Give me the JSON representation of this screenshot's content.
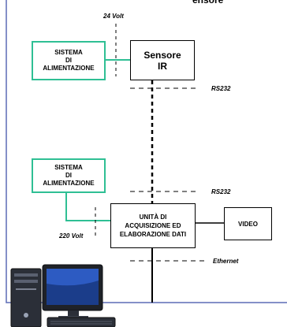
{
  "colors": {
    "frame": "#5c6bb5",
    "connector": "#2fbf94",
    "line": "#000000"
  },
  "top_clipped_text": "ensore",
  "voltages": {
    "top": "24 Volt",
    "bottom": "220 Volt"
  },
  "boxes": {
    "power_top": "SISTEMA\nDI\nALIMENTAZIONE",
    "power_bottom": "SISTEMA\nDI\nALIMENTAZIONE",
    "sensor": "Sensore\nIR",
    "acquisition": "UNITÀ DI\nACQUISIZIONE ED\nELABORAZIONE DATI",
    "video": "VIDEO"
  },
  "interfaces": {
    "rs232_top": "RS232",
    "rs232_bottom": "RS232",
    "ethernet": "Ethernet"
  },
  "icons": {
    "computer": "desktop-computer-icon"
  }
}
